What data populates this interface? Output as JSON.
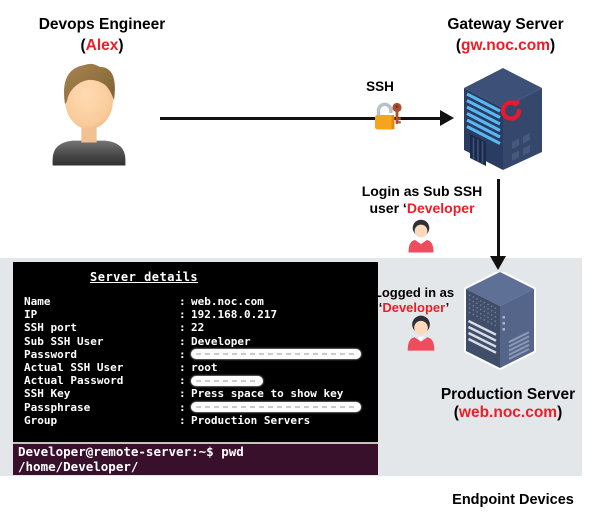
{
  "colors": {
    "accent_red": "#ee1c25",
    "zone_bg": "#e4e7ea",
    "terminal_bg": "#000000",
    "prompt_bg": "#38102c"
  },
  "devops": {
    "title": "Devops Engineer",
    "open": "(",
    "name": "Alex",
    "close": ")"
  },
  "gateway": {
    "title": "Gateway Server",
    "open": "(",
    "host": "gw.noc.com",
    "close": ")"
  },
  "production": {
    "title": "Production Server",
    "open": "(",
    "host": "web.noc.com",
    "close": ")"
  },
  "flow": {
    "ssh_label": "SSH",
    "login_line1": "Login as Sub SSH",
    "login_prefix": "user ‘",
    "login_user": "Developer",
    "logged_line1": "Logged in as",
    "logged_open": "‘",
    "logged_user": "Developer",
    "logged_close": "’"
  },
  "zone_label": "Endpoint Devices",
  "terminal": {
    "title": "Server details",
    "rows": [
      {
        "label": "Name",
        "value": "web.noc.com",
        "redacted": false
      },
      {
        "label": "IP",
        "value": "192.168.0.217",
        "redacted": false
      },
      {
        "label": "SSH port",
        "value": "22",
        "redacted": false
      },
      {
        "label": "Sub SSH User",
        "value": "Developer",
        "redacted": false
      },
      {
        "label": "Password",
        "value": "",
        "redacted": true,
        "redact_size": "wide"
      },
      {
        "label": "Actual SSH User",
        "value": "root",
        "redacted": false
      },
      {
        "label": "Actual Password",
        "value": "",
        "redacted": true,
        "redact_size": "narrow"
      },
      {
        "label": "SSH Key",
        "value": "Press space to show key",
        "redacted": false
      },
      {
        "label": "Passphrase",
        "value": "",
        "redacted": true,
        "redact_size": "wide"
      },
      {
        "label": "Group",
        "value": "Production Servers",
        "redacted": false
      }
    ],
    "prompt": [
      "Developer@remote-server:~$ pwd",
      "/home/Developer/"
    ]
  }
}
